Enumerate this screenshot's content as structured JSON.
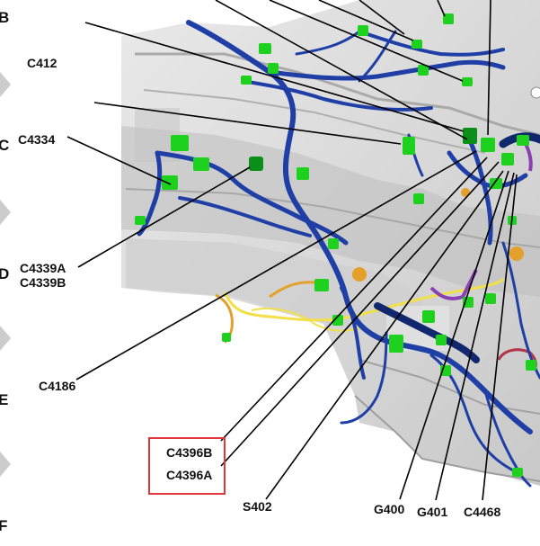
{
  "zones": [
    "B",
    "C",
    "D",
    "E",
    "F"
  ],
  "labels": {
    "c412": "C412",
    "c4334": "C4334",
    "c4339a": "C4339A",
    "c4339b": "C4339B",
    "c4186": "C4186",
    "c4396b": "C4396B",
    "c4396a": "C4396A",
    "s402": "S402",
    "g400": "G400",
    "g401": "G401",
    "c4468": "C4468"
  },
  "colors": {
    "harness": "#1f3fa6",
    "harness_dark": "#12286e",
    "connector": "#1ed11e",
    "connector_dark": "#0b8f18",
    "yellow_wire": "#f2e04a",
    "orange_wire": "#e3a12c",
    "purple_wire": "#8a3fb2",
    "red_wire": "#b2364a",
    "highlight": "#e0383e",
    "body_grey": "#d7d7d7"
  }
}
